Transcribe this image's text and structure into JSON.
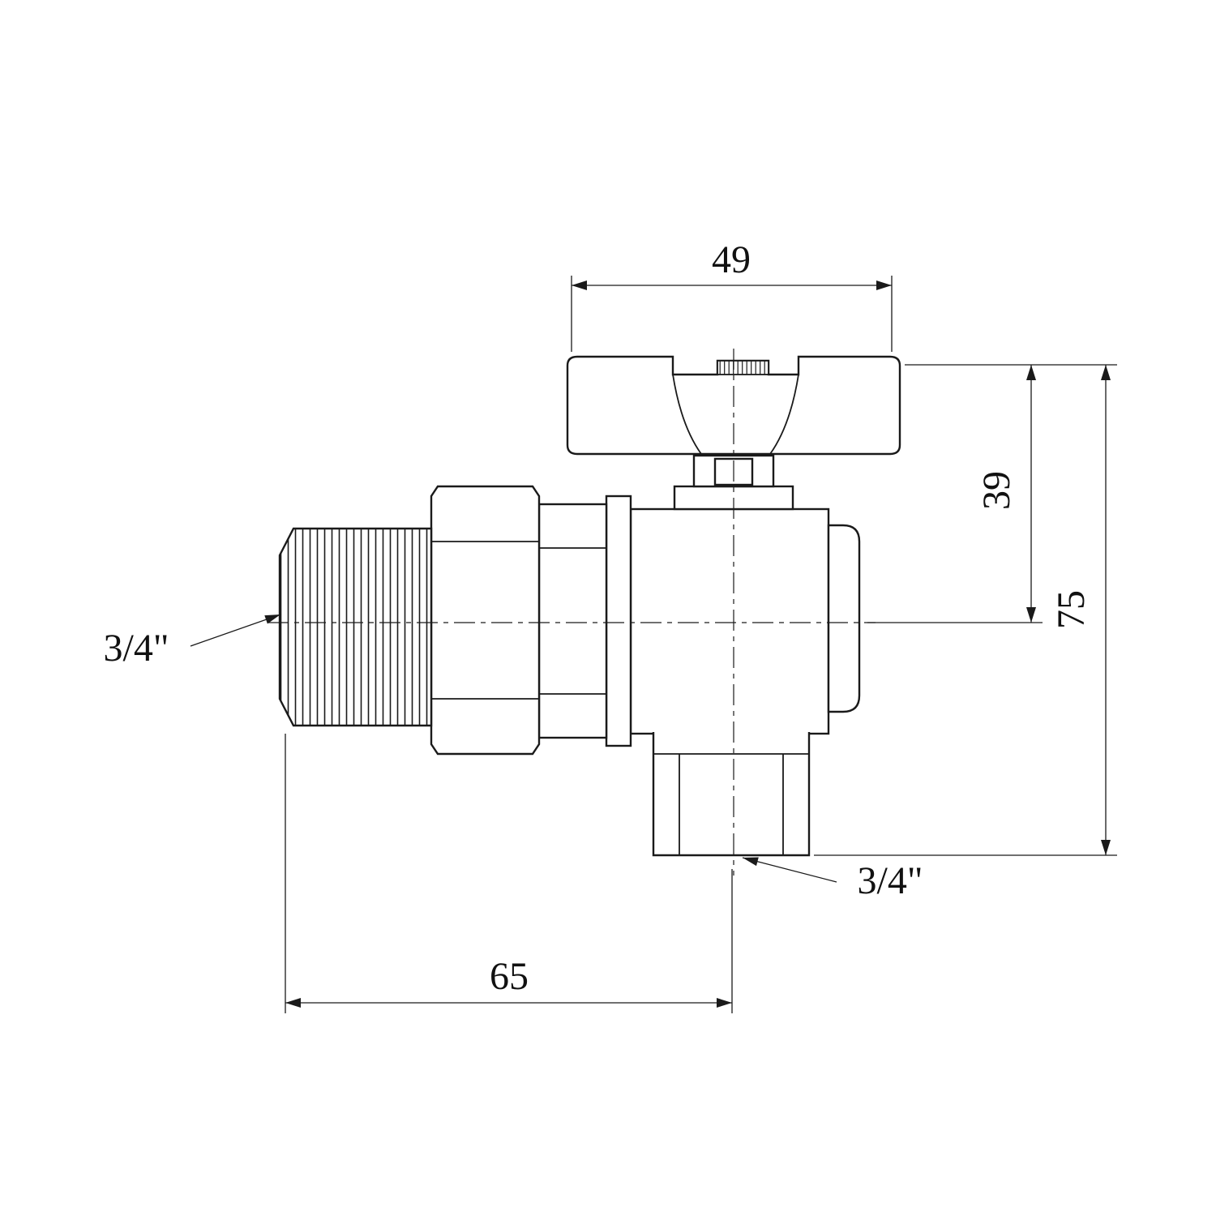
{
  "drawing": {
    "title": "Angle ball valve with union - dimensioned technical drawing",
    "line_color": "#1a1a1a",
    "dimensions": {
      "top_width": "49",
      "handle_to_axis": "39",
      "total_height": "75",
      "bottom_length": "65",
      "inlet_thread": "3/4\"",
      "outlet_thread": "3/4\""
    }
  }
}
